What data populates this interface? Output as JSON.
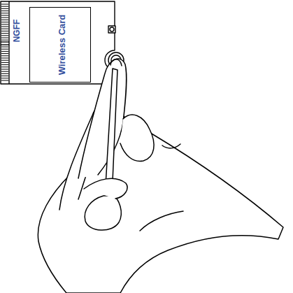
{
  "diagram": {
    "nodes": [
      {
        "text": [
          "NGFF"
        ]
      },
      {
        "text": [
          "Wireless Card"
        ],
        "in": 0
      }
    ]
  }
}
